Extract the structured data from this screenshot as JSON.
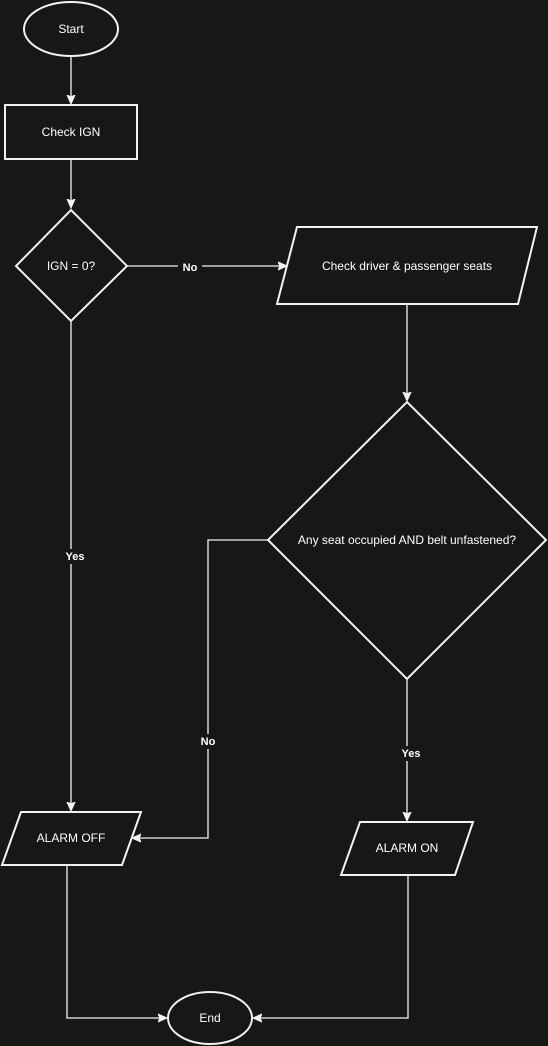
{
  "diagram": {
    "nodes": {
      "start": "Start",
      "check_ign": "Check IGN",
      "ign_decision": "IGN = 0?",
      "check_seats": "Check driver & passenger seats",
      "seat_decision": "Any seat occupied AND belt unfastened?",
      "alarm_off": "ALARM OFF",
      "alarm_on": "ALARM ON",
      "end": "End"
    },
    "edges": {
      "ign_no": "No",
      "ign_yes": "Yes",
      "seat_no": "No",
      "seat_yes": "Yes"
    }
  }
}
